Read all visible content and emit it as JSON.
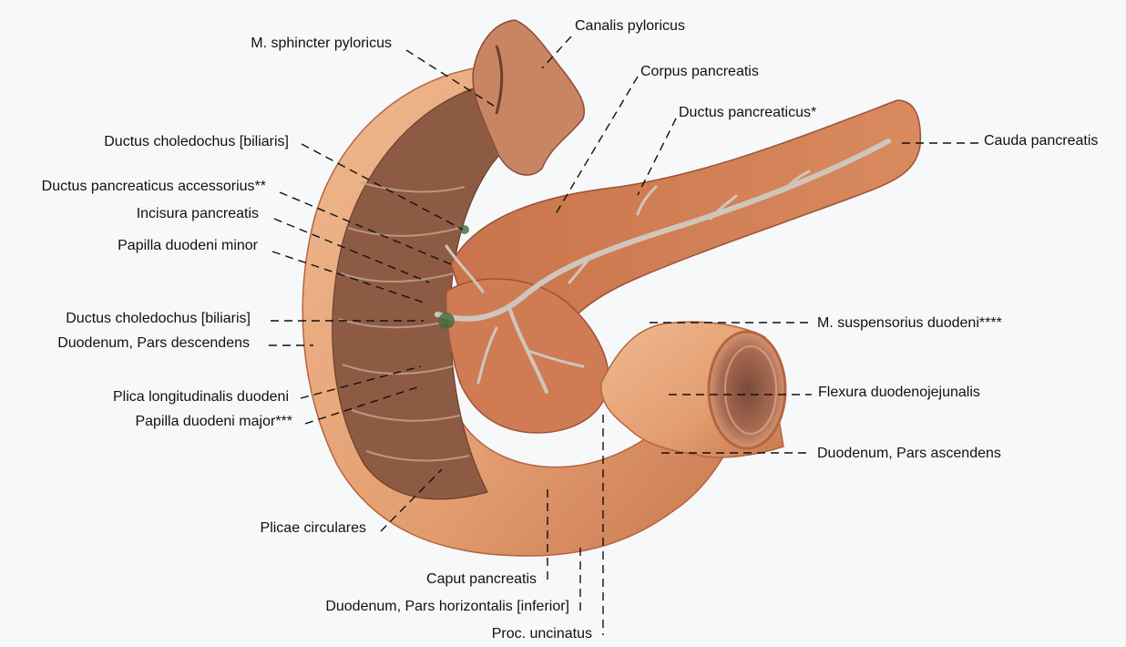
{
  "labels": {
    "sphincter_pyloricus": "M. sphincter pyloricus",
    "canalis_pyloricus": "Canalis pyloricus",
    "corpus_pancreatis": "Corpus pancreatis",
    "ductus_pancreaticus": "Ductus pancreaticus*",
    "cauda_pancreatis": "Cauda pancreatis",
    "ductus_choledochus_upper": "Ductus choledochus [biliaris]",
    "ductus_pancreaticus_accessorius": "Ductus pancreaticus accessorius**",
    "incisura_pancreatis": "Incisura pancreatis",
    "papilla_duodeni_minor": "Papilla duodeni minor",
    "ductus_choledochus_lower": "Ductus choledochus [biliaris]",
    "duodenum_pars_descendens": "Duodenum, Pars descendens",
    "m_suspensorius_duodeni": "M. suspensorius duodeni****",
    "plica_longitudinalis": "Plica longitudinalis duodeni",
    "flexura_duodenojejunalis": "Flexura duodenojejunalis",
    "papilla_duodeni_major": "Papilla duodeni major***",
    "duodenum_pars_ascendens": "Duodenum, Pars ascendens",
    "plicae_circulares": "Plicae circulares",
    "caput_pancreatis": "Caput pancreatis",
    "duodenum_pars_horizontalis": "Duodenum, Pars horizontalis [inferior]",
    "proc_uncinatus": "Proc. uncinatus"
  },
  "colors": {
    "tissue": "#d98a5e",
    "tissue_dark": "#a9553a",
    "mucosa": "#8a5a45",
    "duodenum_wall": "#e7a77b",
    "duct": "#c9c2b8",
    "leader": "#111111",
    "background": "#f7f8fa"
  }
}
